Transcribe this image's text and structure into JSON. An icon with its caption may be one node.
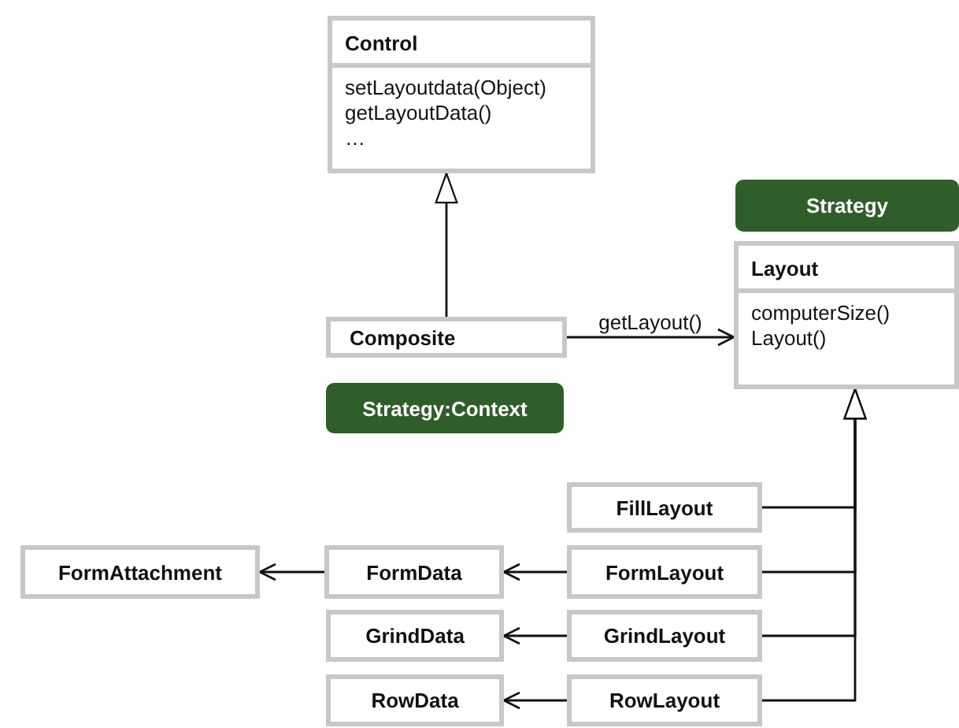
{
  "diagram": {
    "nodes": [
      {
        "text": [
          "Control",
          "setLayoutdata(Object)",
          "getLayoutData()",
          "…"
        ]
      },
      {
        "text": [
          "Composite"
        ]
      },
      {
        "text": [
          "Strategy:Context"
        ]
      },
      {
        "text": [
          "Strategy"
        ]
      },
      {
        "text": [
          "Layout",
          "computerSize()",
          "Layout()"
        ]
      },
      {
        "text": [
          "FillLayout"
        ]
      },
      {
        "text": [
          "FormAttachment"
        ]
      },
      {
        "text": [
          "FormData"
        ]
      },
      {
        "text": [
          "FormLayout"
        ]
      },
      {
        "text": [
          "GrindData"
        ]
      },
      {
        "text": [
          "GrindLayout"
        ]
      },
      {
        "text": [
          "RowData"
        ]
      },
      {
        "text": [
          "RowLayout"
        ]
      }
    ],
    "edges": [
      {
        "from": 1,
        "to": 0,
        "arrow": "to"
      },
      {
        "from": 1,
        "to": 4,
        "arrow": "to",
        "label": "getLayout()"
      },
      {
        "from": 5,
        "to": 4,
        "arrow": "to"
      },
      {
        "from": 8,
        "to": 4,
        "arrow": "to"
      },
      {
        "from": 10,
        "to": 4,
        "arrow": "to"
      },
      {
        "from": 12,
        "to": 4,
        "arrow": "to"
      },
      {
        "from": 8,
        "to": 7,
        "arrow": "to"
      },
      {
        "from": 7,
        "to": 6,
        "arrow": "to"
      },
      {
        "from": 10,
        "to": 9,
        "arrow": "to"
      },
      {
        "from": 12,
        "to": 11,
        "arrow": "to"
      }
    ]
  }
}
